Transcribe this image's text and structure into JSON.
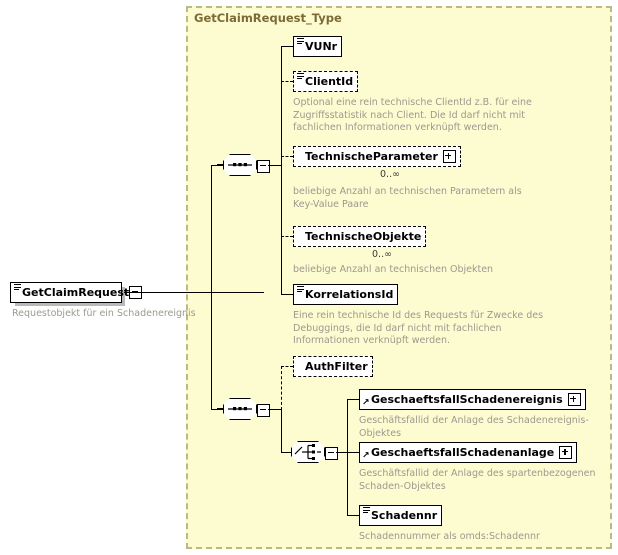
{
  "diagram": {
    "kind": "xsd-schema-diagram",
    "root": {
      "name": "GetClaimRequest",
      "annotation": "Requestobjekt für ein Schadenereignis",
      "expander": "minus",
      "icon": "element-lines-icon",
      "required": true
    },
    "type_box": {
      "title": "GetClaimRequest_Type",
      "border": "dashed",
      "background": "#fdfbd0",
      "border_color": "#b9b98a",
      "title_color": "#7d6b35"
    },
    "compositors": [
      {
        "id": "seq-1",
        "kind": "sequence",
        "expander": "minus"
      },
      {
        "id": "seq-2",
        "kind": "sequence",
        "expander": "minus"
      },
      {
        "id": "choice-1",
        "kind": "choice",
        "expander": "minus"
      }
    ],
    "nodes": [
      {
        "id": "vunr",
        "label": "VUNr",
        "border": "solid",
        "icon": "element-lines-icon",
        "expander": null,
        "cardinality": null,
        "annotation": null
      },
      {
        "id": "clientid",
        "label": "ClientId",
        "border": "dashed",
        "icon": "element-lines-icon",
        "expander": null,
        "cardinality": null,
        "annotation": "Optional eine rein technische ClientId z.B. für eine\nZugriffsstatistik nach Client. Die Id darf nicht mit\nfachlichen Informationen verknüpft werden."
      },
      {
        "id": "technischeparameter",
        "label": "TechnischeParameter",
        "border": "dashed",
        "icon": null,
        "expander": "plus",
        "cardinality": "0..∞",
        "annotation": "beliebige Anzahl an technischen Parametern als\nKey-Value Paare"
      },
      {
        "id": "technischeobjekte",
        "label": "TechnischeObjekte",
        "border": "dashed",
        "icon": null,
        "expander": null,
        "cardinality": "0..∞",
        "annotation": "beliebige Anzahl an technischen Objekten"
      },
      {
        "id": "korrelationsid",
        "label": "KorrelationsId",
        "border": "solid",
        "icon": "element-lines-icon",
        "expander": null,
        "cardinality": null,
        "annotation": "Eine rein technische Id des Requests für Zwecke des\nDebuggings, die Id darf nicht mit fachlichen\nInformationen verknüpft werden."
      },
      {
        "id": "authfilter",
        "label": "AuthFilter",
        "border": "dashed",
        "icon": null,
        "expander": null,
        "cardinality": null,
        "annotation": null
      },
      {
        "id": "geschaeftsfallschadenereignis",
        "label": "GeschaeftsfallSchadenereignis",
        "border": "solid",
        "icon": "type-arrow-icon",
        "expander": "plus",
        "cardinality": null,
        "annotation": "Geschäftsfallid der Anlage des Schadenereignis-Objektes"
      },
      {
        "id": "geschaeftsfallschadenanlage",
        "label": "GeschaeftsfallSchadenanlage",
        "border": "solid",
        "icon": "type-arrow-icon",
        "expander": "plus",
        "cardinality": null,
        "annotation": "Geschäftsfallid der Anlage des spartenbezogenen\nSchaden-Objektes"
      },
      {
        "id": "schadennr",
        "label": "Schadennr",
        "border": "solid",
        "icon": "element-lines-icon",
        "expander": null,
        "cardinality": null,
        "annotation": "Schadennummer als omds:Schadennr"
      }
    ]
  }
}
